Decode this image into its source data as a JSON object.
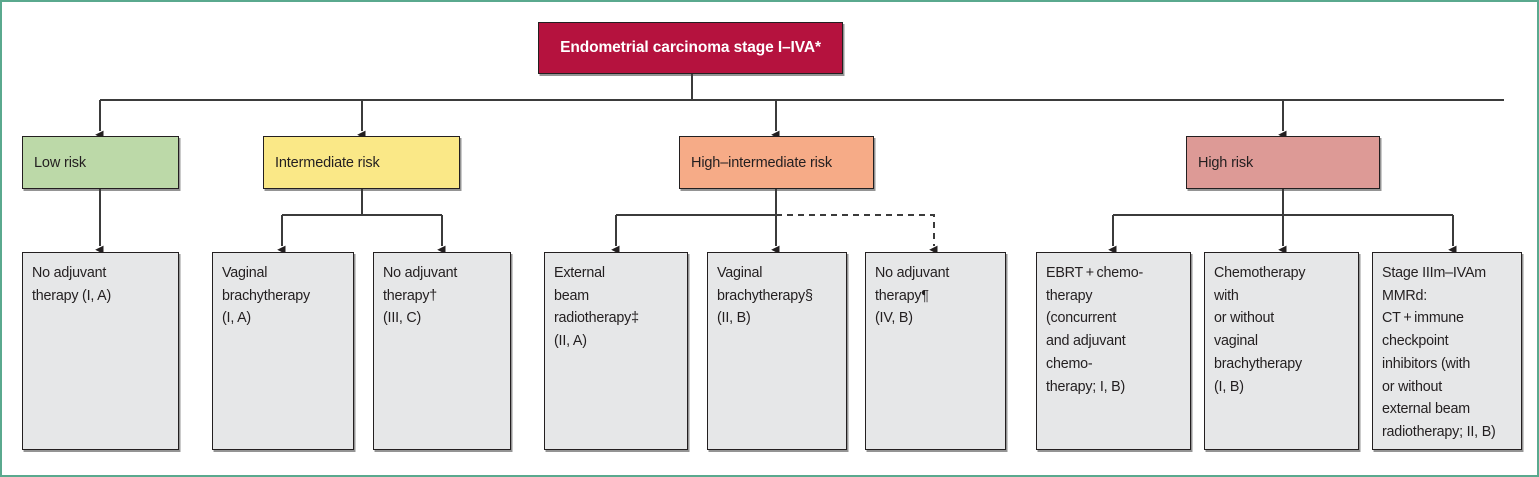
{
  "figure": {
    "border_color": "#5aa98e",
    "background": "#ffffff"
  },
  "root": {
    "label": "Endometrial carcinoma stage I–IVA*",
    "color": "#b5123e",
    "text_color": "#ffffff"
  },
  "risk_groups": [
    {
      "label": "Low risk",
      "color": "#bcd9a8"
    },
    {
      "label": "Intermediate risk",
      "color": "#fae887"
    },
    {
      "label": "High–intermediate risk",
      "color": "#f6ab87"
    },
    {
      "label": "High risk",
      "color": "#dd9a96"
    }
  ],
  "treatments": [
    {
      "group": "low-risk",
      "label": "No adjuvant\ntherapy (I, A)"
    },
    {
      "group": "intermediate-risk",
      "label": "Vaginal\nbrachytherapy\n(I, A)"
    },
    {
      "group": "intermediate-risk",
      "label": "No adjuvant\ntherapy†\n(III, C)"
    },
    {
      "group": "high-intermediate-risk",
      "label": "External\nbeam\nradiotherapy‡\n(II, A)"
    },
    {
      "group": "high-intermediate-risk",
      "label": "Vaginal\nbrachytherapy§\n(II, B)"
    },
    {
      "group": "high-intermediate-risk",
      "label": "No adjuvant\ntherapy¶\n(IV, B)"
    },
    {
      "group": "high-risk",
      "label": "EBRT + chemo-\ntherapy\n(concurrent\nand adjuvant\nchemo-\ntherapy; I, B)"
    },
    {
      "group": "high-risk",
      "label": "Chemotherapy\nwith\nor without\nvaginal\nbrachytherapy\n(I, B)"
    },
    {
      "group": "high-risk",
      "label": "Stage IIIm–IVAm\nMMRd:\nCT + immune\ncheckpoint\ninhibitors (with\nor without\nexternal beam\nradiotherapy; II, B)"
    }
  ],
  "connectors": {
    "line_color": "#3b3b3b",
    "dashed_note": "dashed connector from high-intermediate-risk stem to the 'No adjuvant therapy¶ (IV, B)' box"
  }
}
